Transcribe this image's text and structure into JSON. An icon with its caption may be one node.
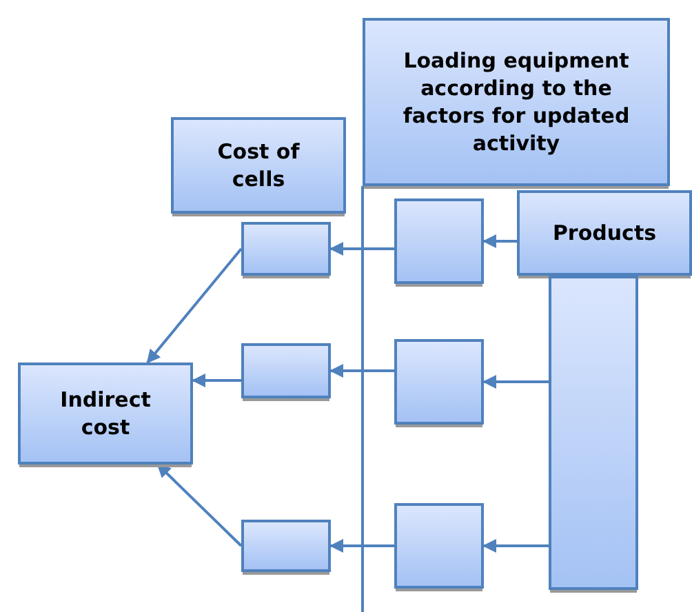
{
  "diagram": {
    "nodes": [
      {
        "text": [
          "Loading equipment according to the factors for updated activity"
        ]
      },
      {
        "text": [
          "Cost of cells"
        ]
      },
      {
        "text": [
          "Products"
        ]
      },
      {
        "text": [
          "Indirect cost"
        ]
      },
      {
        "text": [],
        "shape": "box"
      },
      {
        "text": [],
        "shape": "box"
      },
      {
        "text": [],
        "shape": "box"
      },
      {
        "text": [],
        "shape": "box"
      },
      {
        "text": [],
        "shape": "box"
      },
      {
        "text": [],
        "shape": "box"
      },
      {
        "text": [],
        "shape": "box"
      }
    ],
    "edges": [
      {
        "from": 2,
        "to": 5,
        "arrow": "to"
      },
      {
        "from": 10,
        "to": 7,
        "arrow": "to"
      },
      {
        "from": 10,
        "to": 9,
        "arrow": "to"
      },
      {
        "from": 5,
        "to": 4,
        "arrow": "to"
      },
      {
        "from": 7,
        "to": 6,
        "arrow": "to"
      },
      {
        "from": 9,
        "to": 8,
        "arrow": "to"
      },
      {
        "from": 4,
        "to": 3,
        "arrow": "to"
      },
      {
        "from": 6,
        "to": 3,
        "arrow": "to"
      },
      {
        "from": 8,
        "to": 3,
        "arrow": "to"
      }
    ]
  }
}
